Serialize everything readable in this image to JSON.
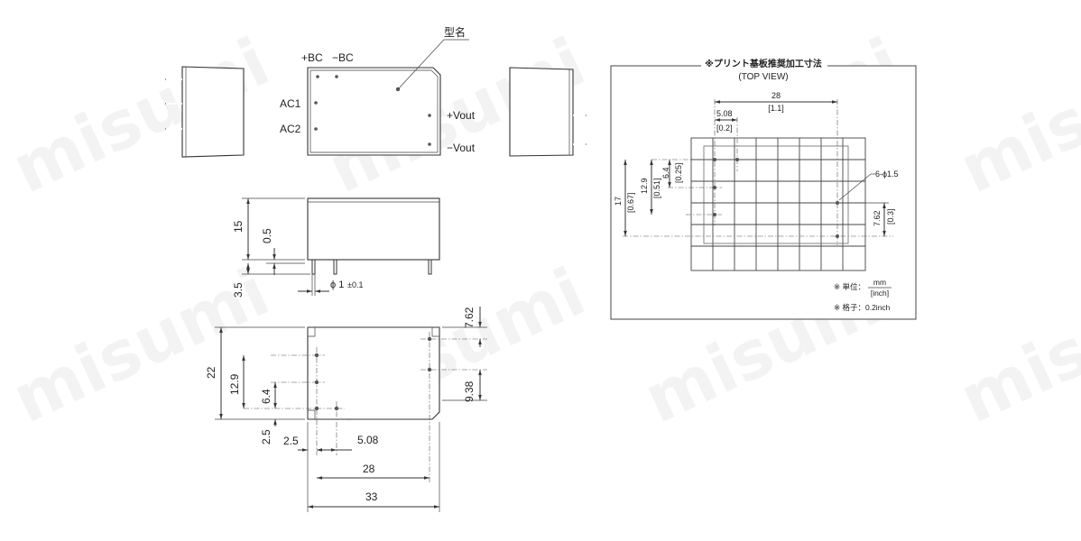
{
  "labels": {
    "model_name": "型名",
    "plus_bc": "+BC",
    "minus_bc": "−BC",
    "ac1": "AC1",
    "ac2": "AC2",
    "plus_vout": "+Vout",
    "minus_vout": "−Vout"
  },
  "side_view": {
    "height": "15",
    "offset": "0.5",
    "pin_length": "3.5",
    "pin_diameter": "ϕ 1",
    "pin_diameter_tol": "±0.1"
  },
  "bottom_view": {
    "width_total": "33",
    "pin_span": "28",
    "pitch_small": "5.08",
    "offset_x": "2.5",
    "offset_y": "2.5",
    "height_total": "22",
    "row_12_9": "12.9",
    "row_6_4": "6.4",
    "right_7_62": "7.62",
    "right_9_38": "9.38"
  },
  "pcb_panel": {
    "title": "※プリント基板推奨加工寸法",
    "subtitle": "(TOP VIEW)",
    "dim_28": "28",
    "dim_28_in": "[1.1]",
    "dim_5_08": "5.08",
    "dim_5_08_in": "[0.2]",
    "dim_17": "17",
    "dim_17_in": "[0.67]",
    "dim_12_9": "12.9",
    "dim_12_9_in": "[0.51]",
    "dim_6_4": "6.4",
    "dim_6_4_in": "[0.25]",
    "dim_7_62": "7.62",
    "dim_7_62_in": "[0.3]",
    "hole_label": "6-ϕ1.5",
    "note_unit_prefix": "※ 単位：",
    "note_unit_mm": "mm",
    "note_unit_inch": "[inch]",
    "note_grid": "※ 格子：0.2inch"
  },
  "watermark": {
    "text": "misumi"
  }
}
